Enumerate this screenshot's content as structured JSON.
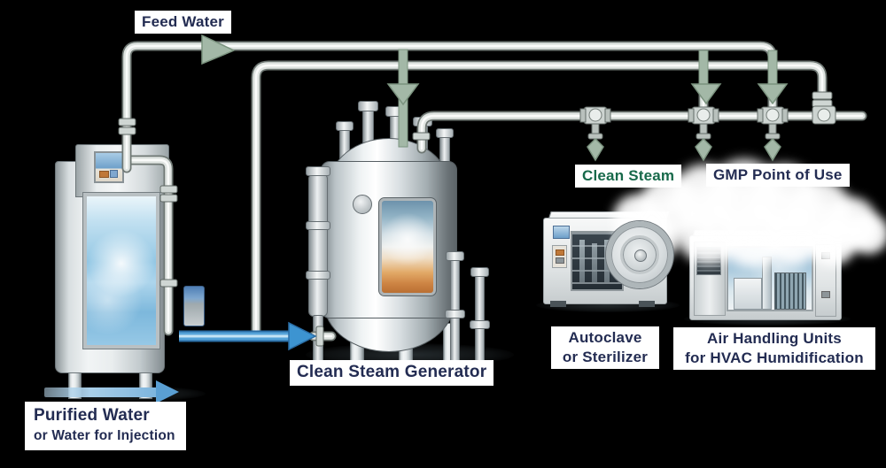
{
  "labels": {
    "feed_water": "Feed Water",
    "clean_steam": "Clean Steam",
    "gmp_point_of_use": "GMP Point of Use",
    "clean_steam_generator": "Clean Steam Generator",
    "autoclave": {
      "line1": "Autoclave",
      "line2": "or Sterilizer"
    },
    "air_handling": {
      "line1": "Air Handling Units",
      "line2": "for HVAC Humidification"
    },
    "purified_water": {
      "line1": "Purified Water",
      "line2": "or Water for Injection"
    }
  },
  "colors": {
    "background": "#000000",
    "label_bg": "#ffffff",
    "label_navy": "#232c52",
    "label_green": "#17694a",
    "arrow_green": "#a3b8a7",
    "arrow_green_edge": "#7b937f",
    "water_blue": "#4598d4"
  }
}
